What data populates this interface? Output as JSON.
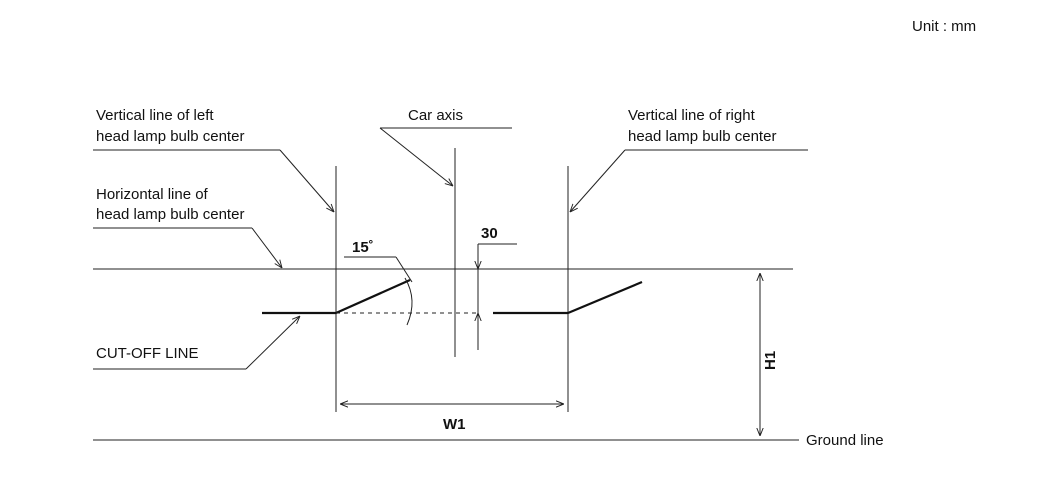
{
  "unit_label": "Unit : mm",
  "labels": {
    "left_vertical_line1": "Vertical line of left",
    "left_vertical_line2": "head lamp bulb center",
    "car_axis": "Car axis",
    "right_vertical_line1": "Vertical line of right",
    "right_vertical_line2": "head lamp bulb center",
    "horizontal_line1": "Horizontal line of",
    "horizontal_line2": "head lamp bulb center",
    "angle": "15˚",
    "offset": "30",
    "cutoff_line": "CUT-OFF LINE",
    "width_dim": "W1",
    "height_dim": "H1",
    "ground_line": "Ground line"
  }
}
